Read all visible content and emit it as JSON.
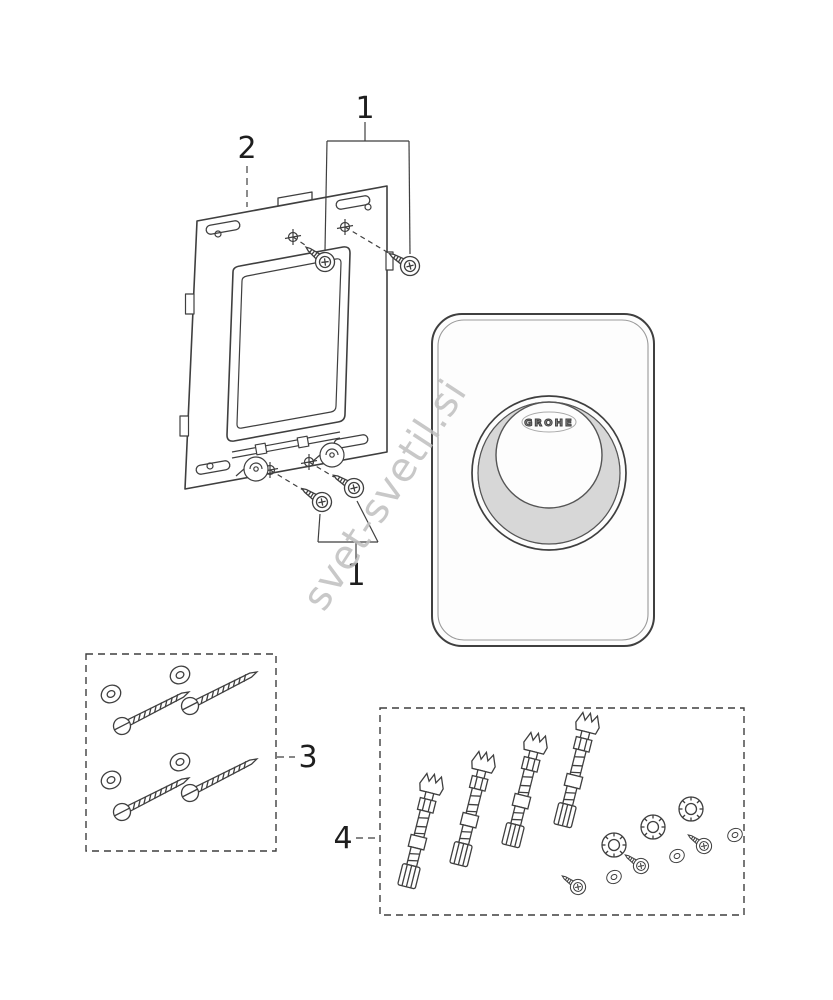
{
  "diagram": {
    "watermark": "svet-svetil.si",
    "plate": {
      "brand": "GROHE"
    },
    "callouts": {
      "top_screws": "1",
      "frame": "2",
      "bottom_screws": "1",
      "screw_set": "3",
      "anchor_set": "4"
    },
    "colors": {
      "line": "#3f3f3f",
      "soft_line": "#8a8a8a",
      "button_shade": "#d7d7d7",
      "watermark": "#bfbfbf",
      "label_text": "#1e1e1e",
      "background": "#ffffff"
    }
  }
}
